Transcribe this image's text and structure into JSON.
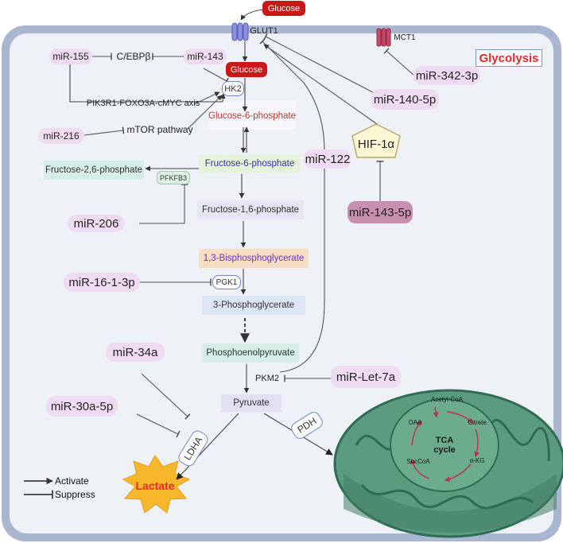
{
  "title": "Glycolysis",
  "colors": {
    "cell_outer": "#a9b6cf",
    "cell_inner": "#eef1f6",
    "mirna_fill": "#f0dcf2",
    "mirna_dark": "#c88fb0",
    "glucose_red": "#c81818",
    "mito_fill": "#5b9c80",
    "mito_dark": "#2f6b55",
    "tca_arrow": "#c0304a",
    "lactate_fill": "#f6b72b"
  },
  "transporters": {
    "glut1": "GLUT1",
    "mct1": "MCT1"
  },
  "glucose_out": "Glucose",
  "glucose_in": "Glucose",
  "metabolites": {
    "g6p": "Glucose-6-phosphate",
    "f6p": "Fructose-6-phosphate",
    "f16bp": "Fructose-1,6-phosphate",
    "bpg13": "1,3-Bisphosphoglycerate",
    "pg3": "3-Phosphoglycerate",
    "pep": "Phosphoenolpyruvate",
    "pyruvate": "Pyruvate",
    "f26bp": "Fructose-2,6-phosphate",
    "lactate": "Lactate"
  },
  "enzymes": {
    "hk2": "HK2",
    "pfkfb3": "PFKFB3",
    "pgk1": "PGK1",
    "pkm2": "PKM2",
    "ldha": "LDHA",
    "pdh": "PDH",
    "hif1a": "HIF-1α"
  },
  "regulators": {
    "cebpb": "C/EBPβ",
    "pik3r1": "PIK3R1-FOXO3A-cMYC axis",
    "mtor": "mTOR pathway"
  },
  "mirnas": {
    "mir155": "miR-155",
    "mir143": "miR-143",
    "mir216": "miR-216",
    "mir206": "miR-206",
    "mir16": "miR-16-1-3p",
    "mir34a": "miR-34a",
    "mir30a": "miR-30a-5p",
    "mir122": "miR-122",
    "mir342": "miR-342-3p",
    "mir140": "miR-140-5p",
    "mir143_5p": "miR-143-5p",
    "mirlet7a": "miR-Let-7a"
  },
  "tca": {
    "title_line1": "TCA",
    "title_line2": "cycle",
    "acetyl_coa": "Acetyl-CoA",
    "citrate": "Citrate",
    "akg": "α-KG",
    "succoa": "SucCoA",
    "oaa": "OAA"
  },
  "legend": {
    "activate": "Activate",
    "suppress": "Suppress"
  }
}
